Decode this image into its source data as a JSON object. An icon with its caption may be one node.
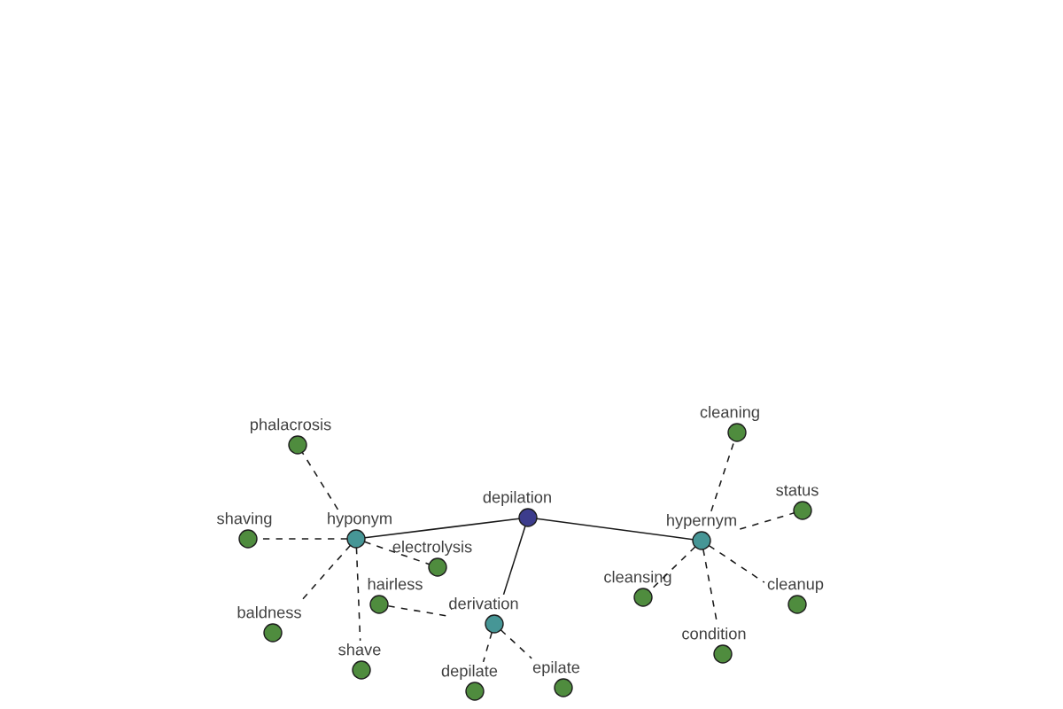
{
  "diagram": {
    "nodes": [
      {
        "text": [
          "depilation"
        ]
      },
      {
        "text": [
          "hyponym"
        ]
      },
      {
        "text": [
          "hypernym"
        ]
      },
      {
        "text": [
          "derivation"
        ]
      },
      {
        "text": [
          "phalacrosis"
        ]
      },
      {
        "text": [
          "shaving"
        ]
      },
      {
        "text": [
          "electrolysis"
        ]
      },
      {
        "text": [
          "baldness"
        ]
      },
      {
        "text": [
          "hairless"
        ]
      },
      {
        "text": [
          "shave"
        ]
      },
      {
        "text": [
          "cleaning"
        ]
      },
      {
        "text": [
          "status"
        ]
      },
      {
        "text": [
          "cleansing"
        ]
      },
      {
        "text": [
          "cleanup"
        ]
      },
      {
        "text": [
          "condition"
        ]
      },
      {
        "text": [
          "epilate"
        ]
      },
      {
        "text": [
          "depilate"
        ]
      }
    ],
    "edges": [
      {
        "from": 0,
        "to": 1,
        "arrow": "none"
      },
      {
        "from": 0,
        "to": 2,
        "arrow": "none"
      },
      {
        "from": 0,
        "to": 3,
        "arrow": "none"
      },
      {
        "from": 1,
        "to": 4,
        "arrow": "none",
        "style": "dashed"
      },
      {
        "from": 1,
        "to": 5,
        "arrow": "none",
        "style": "dashed"
      },
      {
        "from": 1,
        "to": 6,
        "arrow": "none",
        "style": "dashed"
      },
      {
        "from": 1,
        "to": 7,
        "arrow": "none",
        "style": "dashed"
      },
      {
        "from": 1,
        "to": 9,
        "arrow": "none",
        "style": "dashed"
      },
      {
        "from": 3,
        "to": 8,
        "arrow": "none",
        "style": "dashed"
      },
      {
        "from": 3,
        "to": 15,
        "arrow": "none",
        "style": "dashed"
      },
      {
        "from": 3,
        "to": 16,
        "arrow": "none",
        "style": "dashed"
      },
      {
        "from": 2,
        "to": 10,
        "arrow": "none",
        "style": "dashed"
      },
      {
        "from": 2,
        "to": 11,
        "arrow": "none",
        "style": "dashed"
      },
      {
        "from": 2,
        "to": 12,
        "arrow": "none",
        "style": "dashed"
      },
      {
        "from": 2,
        "to": 13,
        "arrow": "none",
        "style": "dashed"
      },
      {
        "from": 2,
        "to": 14,
        "arrow": "none",
        "style": "dashed"
      }
    ]
  }
}
